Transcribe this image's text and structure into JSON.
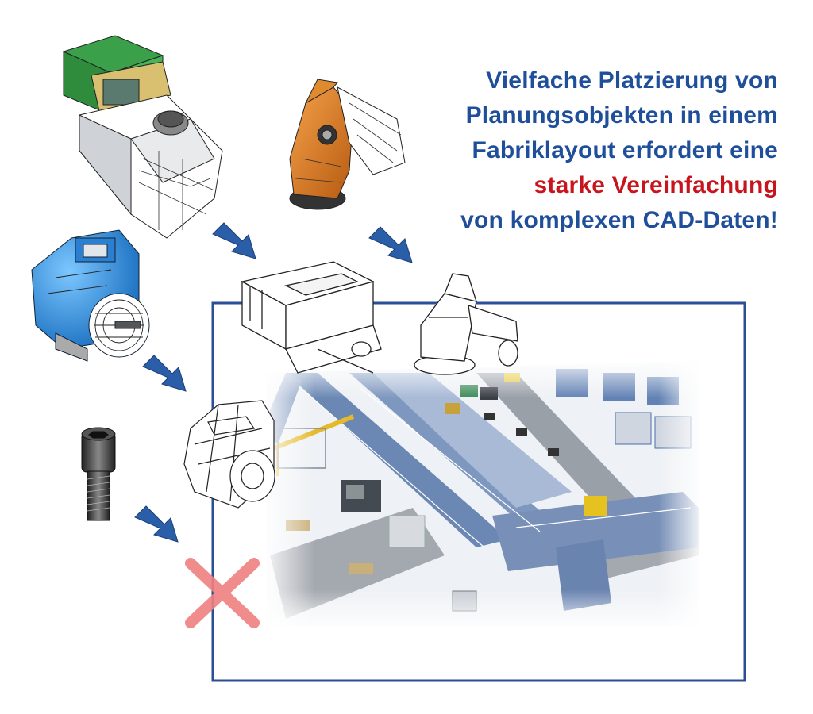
{
  "headline": {
    "line1": "Vielfache Platzierung von",
    "line2": "Planungsobjekten in einem",
    "line3": "Fabriklayout erfordert eine",
    "line4_accent": "starke Vereinfachung",
    "line5": "von komplexen CAD-Daten!"
  },
  "colors": {
    "headline": "#1f4f9a",
    "accent": "#c8141c",
    "arrow": "#2a5ea8",
    "frame": "#2a4f94",
    "reject_cross": "#f08080"
  },
  "objects": [
    {
      "name": "injection-molding-machine",
      "simplified": true
    },
    {
      "name": "industrial-robot",
      "simplified": true
    },
    {
      "name": "electric-motor",
      "simplified": true
    },
    {
      "name": "socket-head-screw",
      "simplified": false
    }
  ]
}
